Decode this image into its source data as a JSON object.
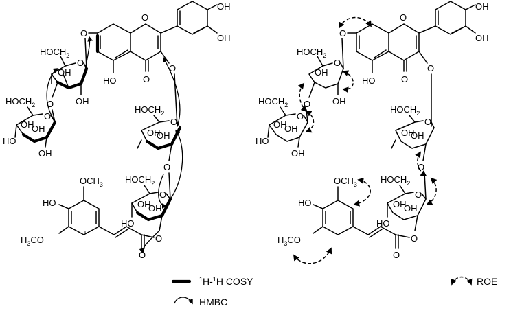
{
  "labels": {
    "oh": "OH",
    "ho": "HO",
    "hoch2": "HOCH",
    "sub2": "2",
    "o": "O",
    "och3": "OCH",
    "sub3": "3",
    "h3co": "H",
    "h3co_tail": "CO",
    "ch3o_left": "H",
    "ch3o_mid": "3",
    "ch3o_right": "CO"
  },
  "legend": {
    "cosy_sup1": "1",
    "cosy_h1": "H-",
    "cosy_sup2": "1",
    "cosy_h2": "H COSY",
    "hmbc": "HMBC",
    "roe": "ROE"
  },
  "colors": {
    "ink": "#000000",
    "background": "#ffffff"
  }
}
